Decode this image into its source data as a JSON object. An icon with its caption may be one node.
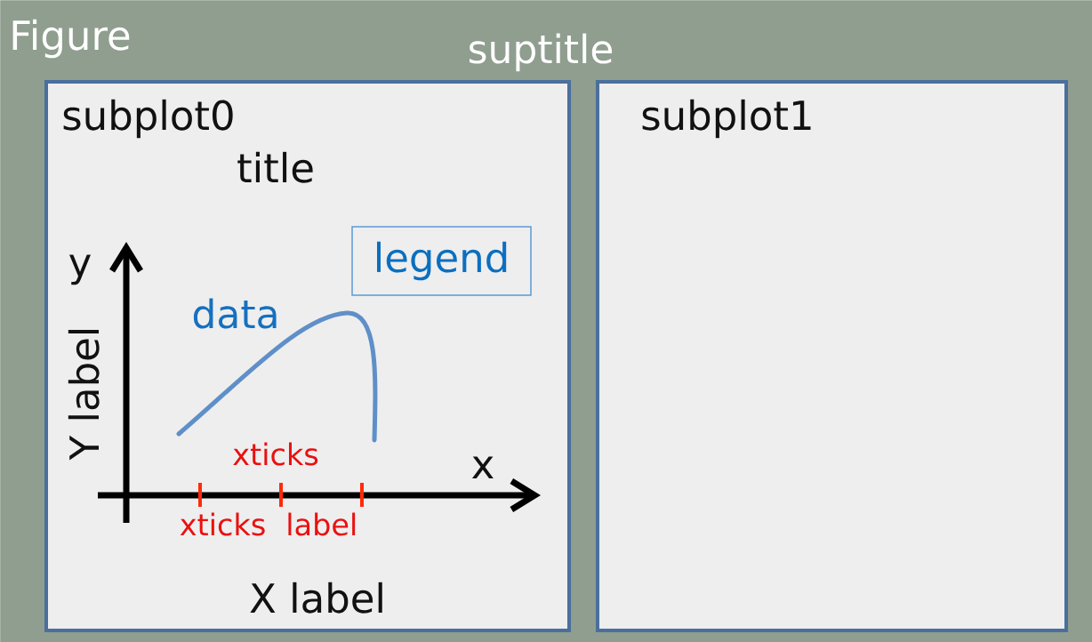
{
  "diagram": {
    "nodes": [
      {
        "text": [
          "Figure",
          "suptitle"
        ]
      },
      {
        "text": [
          "subplot0",
          "title"
        ],
        "in": 0
      },
      {
        "text": [
          "subplot1"
        ],
        "in": 0
      },
      {
        "text": [
          "legend"
        ],
        "in": 1
      }
    ],
    "labels": [
      "y",
      "data",
      "Y label",
      "xticks",
      "x",
      "xticks label",
      "X label"
    ]
  }
}
